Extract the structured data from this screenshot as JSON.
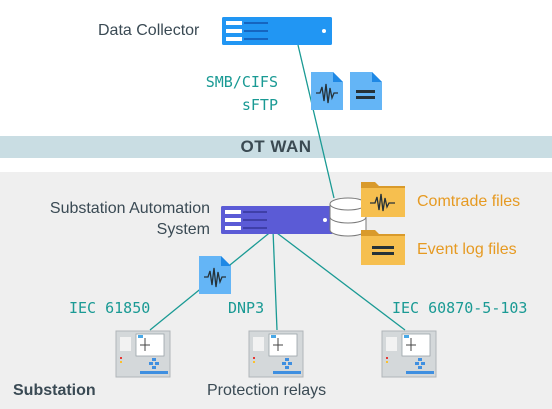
{
  "data_collector": {
    "label": "Data Collector"
  },
  "protocols_upper": {
    "line1": "SMB/CIFS",
    "line2": "sFTP"
  },
  "wan": {
    "label": "OT WAN"
  },
  "sas": {
    "line1": "Substation Automation",
    "line2": "System"
  },
  "files": {
    "comtrade": "Comtrade files",
    "eventlog": "Event log files"
  },
  "protocols_lower": {
    "iec61850": "IEC 61850",
    "dnp3": "DNP3",
    "iec60870": "IEC 60870-5-103"
  },
  "footer": {
    "substation": "Substation",
    "relays": "Protection relays"
  },
  "colors": {
    "collector_blue": "#2196f3",
    "sas_purple": "#5b5bd6",
    "doc_blue": "#64b5f6",
    "folder_orange": "#f6bf4f",
    "teal_link": "#1a9a94",
    "wan_band": "#c9dde3"
  },
  "icons": [
    "server-icon",
    "waveform-document-icon",
    "text-document-icon",
    "database-icon",
    "waveform-folder-icon",
    "text-folder-icon",
    "protection-relay-icon"
  ]
}
